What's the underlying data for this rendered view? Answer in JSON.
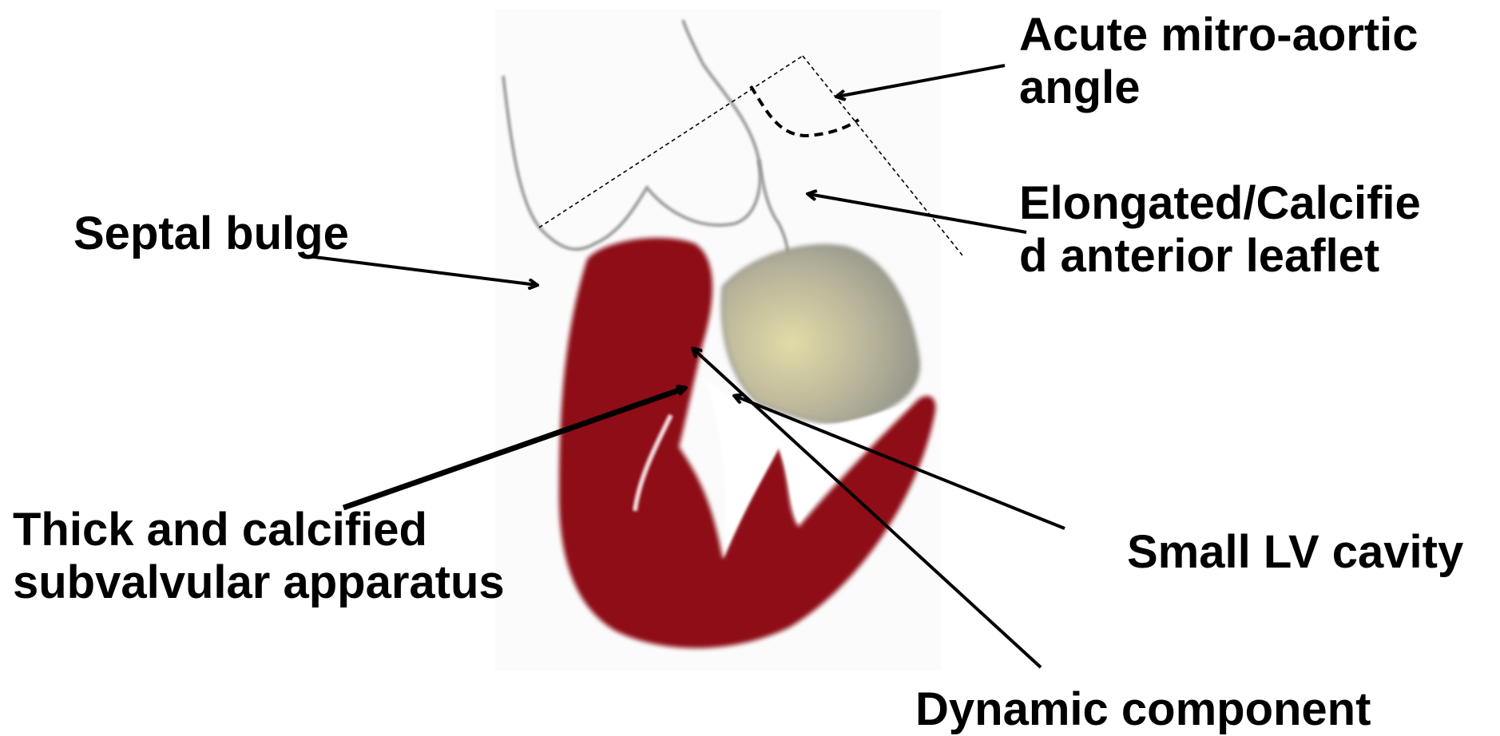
{
  "diagram": {
    "colors": {
      "myocardium": "#8e1019",
      "myocardium_dark": "#6e0a12",
      "valve_outline": "#9a9a9a",
      "calcified_leaflet": "#c9c39a",
      "calcified_leaflet_edge": "#8f8f85",
      "arrow": "#000000",
      "background": "#ffffff"
    },
    "labels": {
      "acute_line1": "Acute mitro-aortic",
      "acute_line2": "angle",
      "elongated_line1": "Elongated/Calcifie",
      "elongated_line2": "d anterior leaflet",
      "septal": "Septal bulge",
      "thick_line1": "Thick and calcified",
      "thick_line2": "subvalvular apparatus",
      "small_lv": "Small LV cavity",
      "dynamic": "Dynamic component"
    }
  }
}
